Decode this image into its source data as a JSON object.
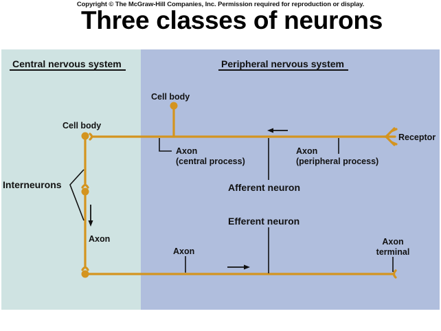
{
  "header": {
    "copyright": "Copyright © The McGraw-Hill Companies, Inc. Permission required for reproduction or display.",
    "title": "Three classes of neurons"
  },
  "colors": {
    "cns_background": "#cfe3e2",
    "pns_background": "#b0bedd",
    "neuron": "#d4941f",
    "label_lines": "#111111"
  },
  "sections": {
    "cns": "Central nervous system",
    "pns": "Peripheral nervous system"
  },
  "labels": {
    "cell_body_cns": "Cell body",
    "cell_body_pns": "Cell body",
    "axon_central_line1": "Axon",
    "axon_central_line2": "(central process)",
    "axon_peripheral_line1": "Axon",
    "axon_peripheral_line2": "(peripheral process)",
    "receptor": "Receptor",
    "afferent_neuron": "Afferent neuron",
    "interneurons": "Interneurons",
    "axon_interneuron": "Axon",
    "efferent_neuron": "Efferent neuron",
    "axon_efferent": "Axon",
    "axon_terminal_line1": "Axon",
    "axon_terminal_line2": "terminal"
  },
  "arrows": {
    "afferent_direction": "left",
    "interneuron_direction": "down",
    "efferent_direction": "right"
  }
}
